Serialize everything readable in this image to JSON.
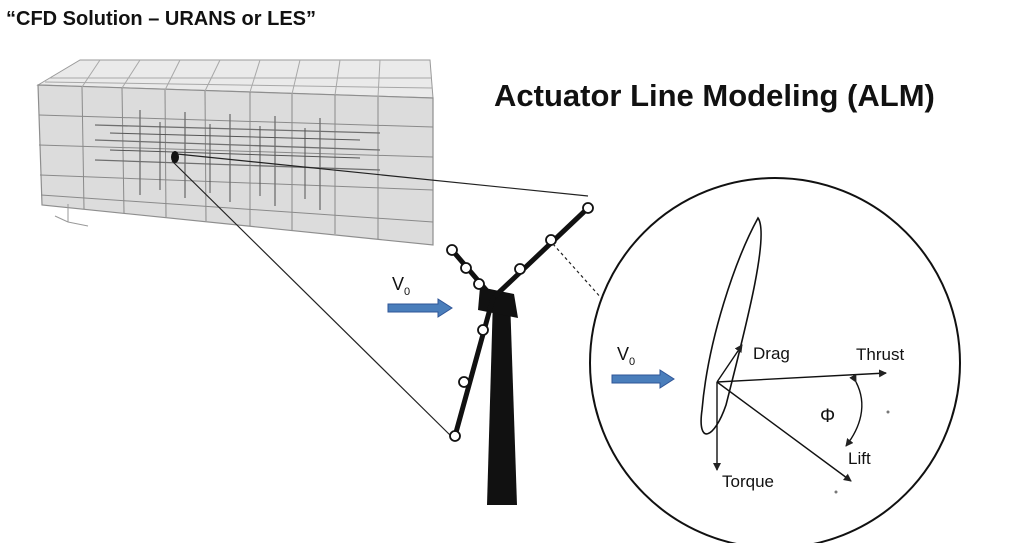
{
  "slide": {
    "title": "“CFD Solution – URANS or LES”",
    "subtitle": "Actuator Line Modeling (ALM)"
  },
  "turbine": {
    "velocity_label": "V",
    "velocity_subscript": "0"
  },
  "airfoil_detail": {
    "velocity_label": "V",
    "velocity_subscript": "0",
    "forces": {
      "drag": "Drag",
      "thrust": "Thrust",
      "lift": "Lift",
      "torque": "Torque"
    },
    "angle_symbol": "Φ"
  },
  "colors": {
    "flow_arrow": "#4a7ebb",
    "flow_arrow_stroke": "#2f5597",
    "mesh_line": "#8a8a8a",
    "mesh_fill": "#e6e6e6"
  }
}
